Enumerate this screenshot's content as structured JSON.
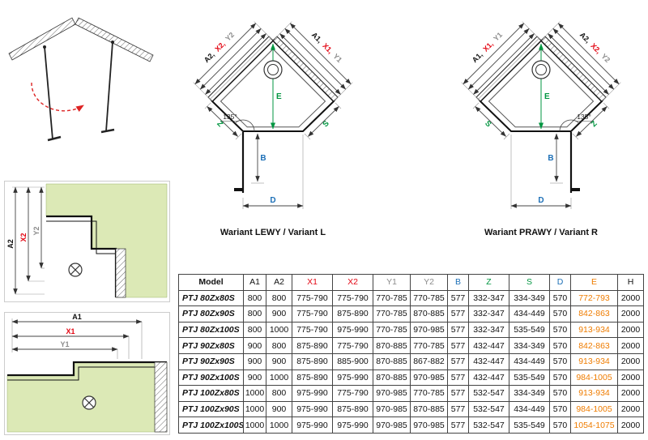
{
  "colors": {
    "accent_red": "#e30613",
    "dim_gray": "#8c8c8c",
    "dim_blue": "#1d70b7",
    "dim_green": "#009640",
    "dim_orange": "#ef7c00",
    "panel_green": "#dce9b6"
  },
  "variant_left": {
    "caption": "Wariant LEWY / Variant L",
    "edge_left_labels": [
      "A2,",
      "X2,",
      "Y2"
    ],
    "edge_right_labels": [
      "A1,",
      "X1,",
      "Y1"
    ],
    "angle": "135°",
    "front_left": "Z",
    "front_right": "S",
    "height": "E",
    "door": "B",
    "width": "D"
  },
  "variant_right": {
    "caption": "Wariant PRAWY / Variant R",
    "edge_left_labels": [
      "A1,",
      "X1,",
      "Y1"
    ],
    "edge_right_labels": [
      "A2,",
      "X2,",
      "Y2"
    ],
    "angle": "135°",
    "front_left": "S",
    "front_right": "Z",
    "height": "E",
    "door": "B",
    "width": "D"
  },
  "detail_top": {
    "labels": [
      "A2",
      "X2",
      "Y2"
    ]
  },
  "detail_bottom": {
    "labels": [
      "A1",
      "X1",
      "Y1"
    ]
  },
  "table": {
    "columns": [
      {
        "label": "Model",
        "color": "black"
      },
      {
        "label": "A1",
        "color": "black"
      },
      {
        "label": "A2",
        "color": "black"
      },
      {
        "label": "X1",
        "color": "red"
      },
      {
        "label": "X2",
        "color": "red"
      },
      {
        "label": "Y1",
        "color": "gray"
      },
      {
        "label": "Y2",
        "color": "gray"
      },
      {
        "label": "B",
        "color": "blue"
      },
      {
        "label": "Z",
        "color": "green"
      },
      {
        "label": "S",
        "color": "green"
      },
      {
        "label": "D",
        "color": "blue"
      },
      {
        "label": "E",
        "color": "orange"
      },
      {
        "label": "H",
        "color": "black"
      }
    ],
    "rows": [
      [
        "PTJ 80Zx80S",
        "800",
        "800",
        "775-790",
        "775-790",
        "770-785",
        "770-785",
        "577",
        "332-347",
        "334-349",
        "570",
        "772-793",
        "2000"
      ],
      [
        "PTJ 80Zx90S",
        "800",
        "900",
        "775-790",
        "875-890",
        "770-785",
        "870-885",
        "577",
        "332-347",
        "434-449",
        "570",
        "842-863",
        "2000"
      ],
      [
        "PTJ 80Zx100S",
        "800",
        "1000",
        "775-790",
        "975-990",
        "770-785",
        "970-985",
        "577",
        "332-347",
        "535-549",
        "570",
        "913-934",
        "2000"
      ],
      [
        "PTJ 90Zx80S",
        "900",
        "800",
        "875-890",
        "775-790",
        "870-885",
        "770-785",
        "577",
        "432-447",
        "334-349",
        "570",
        "842-863",
        "2000"
      ],
      [
        "PTJ 90Zx90S",
        "900",
        "900",
        "875-890",
        "885-900",
        "870-885",
        "867-882",
        "577",
        "432-447",
        "434-449",
        "570",
        "913-934",
        "2000"
      ],
      [
        "PTJ 90Zx100S",
        "900",
        "1000",
        "875-890",
        "975-990",
        "870-885",
        "970-985",
        "577",
        "432-447",
        "535-549",
        "570",
        "984-1005",
        "2000"
      ],
      [
        "PTJ 100Zx80S",
        "1000",
        "800",
        "975-990",
        "775-790",
        "970-985",
        "770-785",
        "577",
        "532-547",
        "334-349",
        "570",
        "913-934",
        "2000"
      ],
      [
        "PTJ 100Zx90S",
        "1000",
        "900",
        "975-990",
        "875-890",
        "970-985",
        "870-885",
        "577",
        "532-547",
        "434-449",
        "570",
        "984-1005",
        "2000"
      ],
      [
        "PTJ 100Zx100S",
        "1000",
        "1000",
        "975-990",
        "975-990",
        "970-985",
        "970-985",
        "577",
        "532-547",
        "535-549",
        "570",
        "1054-1075",
        "2000"
      ]
    ]
  }
}
